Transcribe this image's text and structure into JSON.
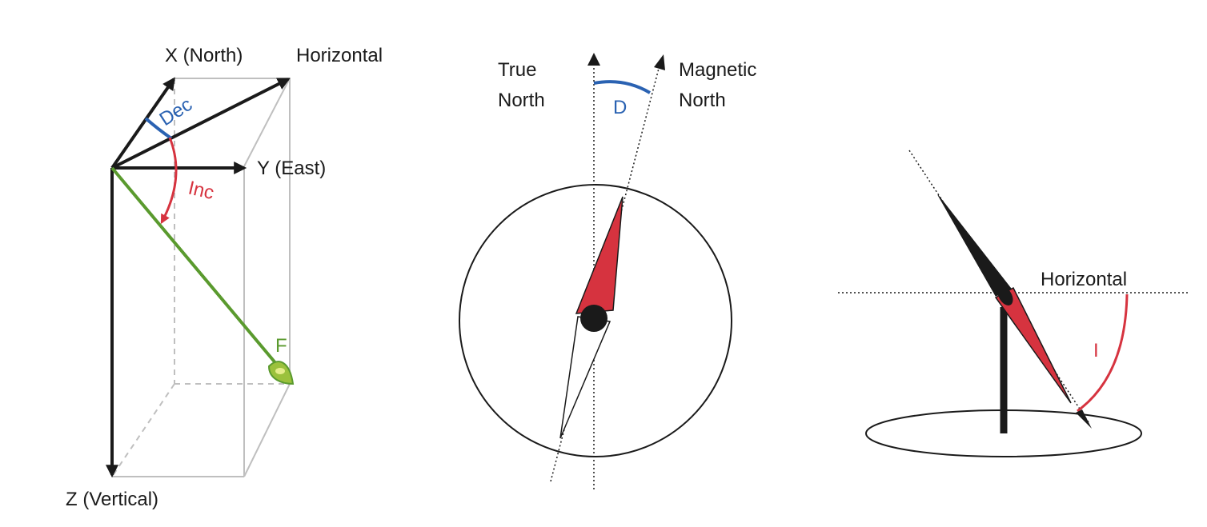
{
  "panel_vector": {
    "labels": {
      "x_axis": "X (North)",
      "horizontal": "Horizontal",
      "y_axis": "Y (East)",
      "z_axis": "Z (Vertical)",
      "declination": "Dec",
      "inclination": "Inc",
      "total_field": "F"
    }
  },
  "panel_compass": {
    "labels": {
      "true_north_line1": "True",
      "true_north_line2": "North",
      "magnetic_north_line1": "Magnetic",
      "magnetic_north_line2": "North",
      "declination": "D"
    }
  },
  "panel_dip": {
    "labels": {
      "horizontal": "Horizontal",
      "inclination": "I"
    }
  },
  "colors": {
    "declination": "#2a62b2",
    "inclination": "#d6333f",
    "field_vector": "#5a9a2e",
    "field_vector_head": "#9bc13c",
    "box_lines": "#bfbfbf",
    "ink": "#1a1a1a"
  }
}
